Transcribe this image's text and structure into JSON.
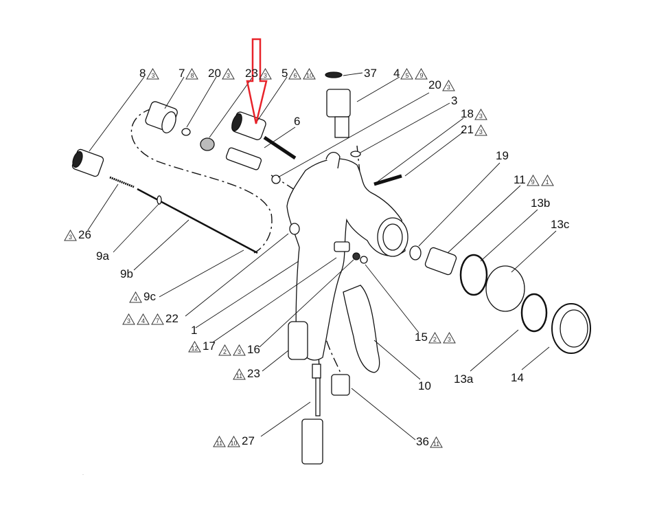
{
  "diagram": {
    "highlight_arrow_color": "#e8232a",
    "callouts": [
      {
        "id": "8",
        "notes_after": [
          "3"
        ],
        "notes_before": []
      },
      {
        "id": "7",
        "notes_after": [
          "8"
        ],
        "notes_before": []
      },
      {
        "id": "20",
        "notes_after": [
          "3"
        ],
        "notes_before": []
      },
      {
        "id": "23",
        "notes_after": [
          "3"
        ],
        "notes_before": []
      },
      {
        "id": "5",
        "notes_after": [
          "6",
          "10"
        ],
        "notes_before": []
      },
      {
        "id": "37",
        "notes_after": [],
        "notes_before": []
      },
      {
        "id": "4",
        "notes_after": [
          "5",
          "9"
        ],
        "notes_before": []
      },
      {
        "id": "20",
        "notes_after": [
          "3"
        ],
        "notes_before": []
      },
      {
        "id": "3",
        "notes_after": [],
        "notes_before": []
      },
      {
        "id": "6",
        "notes_after": [],
        "notes_before": []
      },
      {
        "id": "18",
        "notes_after": [
          "3"
        ],
        "notes_before": []
      },
      {
        "id": "21",
        "notes_after": [
          "3"
        ],
        "notes_before": []
      },
      {
        "id": "19",
        "notes_after": [],
        "notes_before": []
      },
      {
        "id": "11",
        "notes_after": [
          "9",
          "1"
        ],
        "notes_before": []
      },
      {
        "id": "13b",
        "notes_after": [],
        "notes_before": []
      },
      {
        "id": "13c",
        "notes_after": [],
        "notes_before": []
      },
      {
        "id": "26",
        "notes_after": [],
        "notes_before": [
          "3"
        ]
      },
      {
        "id": "9a",
        "notes_after": [],
        "notes_before": []
      },
      {
        "id": "9b",
        "notes_after": [],
        "notes_before": []
      },
      {
        "id": "9c",
        "notes_after": [],
        "notes_before": [
          "4"
        ]
      },
      {
        "id": "22",
        "notes_after": [],
        "notes_before": [
          "3",
          "4",
          "7"
        ]
      },
      {
        "id": "1",
        "notes_after": [],
        "notes_before": []
      },
      {
        "id": "17",
        "notes_after": [],
        "notes_before": [
          "12"
        ]
      },
      {
        "id": "16",
        "notes_after": [],
        "notes_before": [
          "2",
          "3"
        ]
      },
      {
        "id": "15",
        "notes_after": [
          "2",
          "3"
        ],
        "notes_before": []
      },
      {
        "id": "10",
        "notes_after": [],
        "notes_before": []
      },
      {
        "id": "13a",
        "notes_after": [],
        "notes_before": []
      },
      {
        "id": "14",
        "notes_after": [],
        "notes_before": []
      },
      {
        "id": "23",
        "notes_after": [],
        "notes_before": [
          "11"
        ]
      },
      {
        "id": "27",
        "notes_after": [],
        "notes_before": [
          "11",
          "10"
        ]
      },
      {
        "id": "36",
        "notes_after": [
          "11"
        ],
        "notes_before": []
      }
    ]
  }
}
